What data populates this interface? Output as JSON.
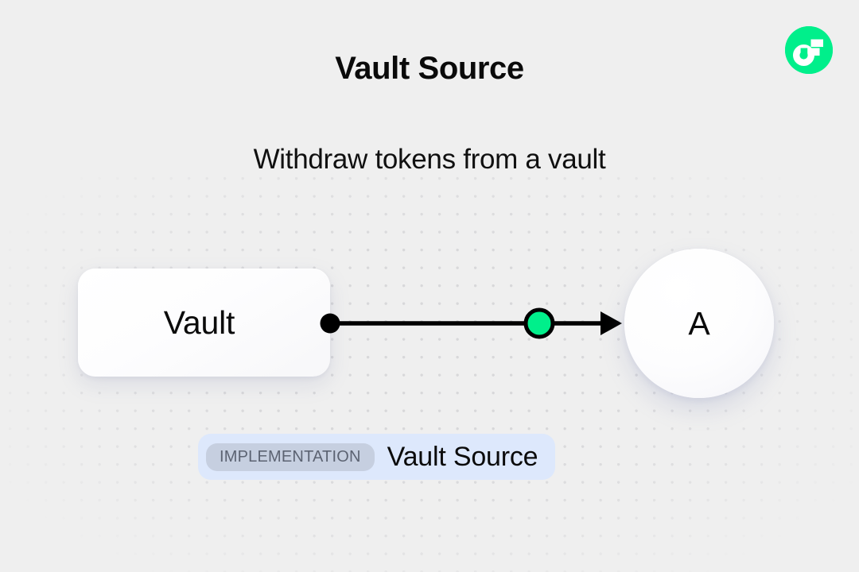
{
  "page": {
    "title": "Vault Source",
    "subtitle": "Withdraw tokens from a vault",
    "background_color": "#efefef"
  },
  "logo": {
    "icon": "flow-logo-icon",
    "background_color": "#00ef8b",
    "mark_color": "#ffffff"
  },
  "diagram": {
    "source_node": {
      "label": "Vault",
      "shape": "rounded-rectangle",
      "output_port_color": "#000000"
    },
    "target_node": {
      "label": "A",
      "shape": "circle"
    },
    "connector": {
      "line_color": "#000000",
      "port_color": "#00ef8b",
      "port_border_color": "#000000",
      "arrow": "arrow-right-icon"
    }
  },
  "badge": {
    "tag": "IMPLEMENTATION",
    "name": "Vault Source",
    "container_color": "#dde8fc",
    "tag_color": "#c6cfe0"
  }
}
